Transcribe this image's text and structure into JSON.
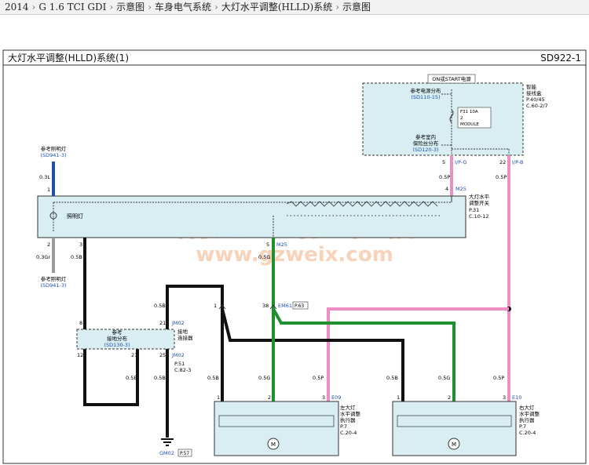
{
  "breadcrumb": [
    "2014",
    "G 1.6 TCI GDI",
    "示意图",
    "车身电气系统",
    "大灯水平调整(HLLD)系统",
    "示意图"
  ],
  "diagram": {
    "title": "大灯水平调整(HLLD)系统(1)",
    "code": "SD922-1",
    "power_label": "ON或START电源",
    "ref_power_dist": "参考电源分布",
    "ref_power_code": "(SD110-15)",
    "fuse_name": "F31 10A",
    "fuse_num": "2",
    "fuse_module": "MODULE",
    "ref_ground_dist": "参考室内",
    "ref_ground_dist2": "保险丝分布",
    "ref_ground_code": "(SD120-3)",
    "smart_box_1": "智能",
    "smart_box_2": "接线盒",
    "smart_box_p": "P.40/45",
    "smart_box_c": "C.60-2/7",
    "ref_lamp_top": "参考照明灯",
    "ref_lamp_top_code": "(SD941-3)",
    "ref_lamp_bottom": "参考照明灯",
    "ref_lamp_bottom_code": "(SD941-3)",
    "illum_label": "照明灯",
    "switch_1": "大灯水平",
    "switch_2": "调整开关",
    "switch_p": "P.31",
    "switch_c": "C.10-12",
    "conn_m25": "M25",
    "conn_ipg": "I/P-G",
    "conn_ipb": "I/P-B",
    "conn_em61": "EM61",
    "conn_em61_p": "P.63",
    "conn_jm02": "JM02",
    "conn_jm02b": "JM02",
    "jm02_label1": "接地",
    "jm02_label2": "连接器",
    "jm02_p": "P.51",
    "jm02_c": "C.82-3",
    "ref_gnd_1": "参考",
    "ref_gnd_2": "接地分布",
    "ref_gnd_code": "(SD130-3)",
    "ground": "GM02",
    "ground_p": "P.57",
    "left_act_conn": "E09",
    "left_act_1": "左大灯",
    "left_act_2": "水平调整",
    "left_act_3": "执行器",
    "left_act_p": "P.7",
    "left_act_c": "C.20-4",
    "right_act_conn": "E10",
    "right_act_1": "右大灯",
    "right_act_2": "水平调整",
    "right_act_3": "执行器",
    "right_act_p": "P.7",
    "right_act_c": "C.20-4",
    "motor": "M",
    "watermark_cn": "精通维修下载",
    "watermark_url": "www.gzweix.com",
    "wire_03l": "0.3L",
    "wire_03gr": "0.3Gr",
    "wire_05b": "0.5B",
    "wire_05g": "0.5G",
    "wire_05p": "0.5P",
    "colors": {
      "pink": "#ee8ec4",
      "green": "#1f8f2f",
      "blue": "#1f4fae",
      "black": "#111111",
      "grey": "#9a9a9a",
      "box": "#d8eef2"
    }
  }
}
